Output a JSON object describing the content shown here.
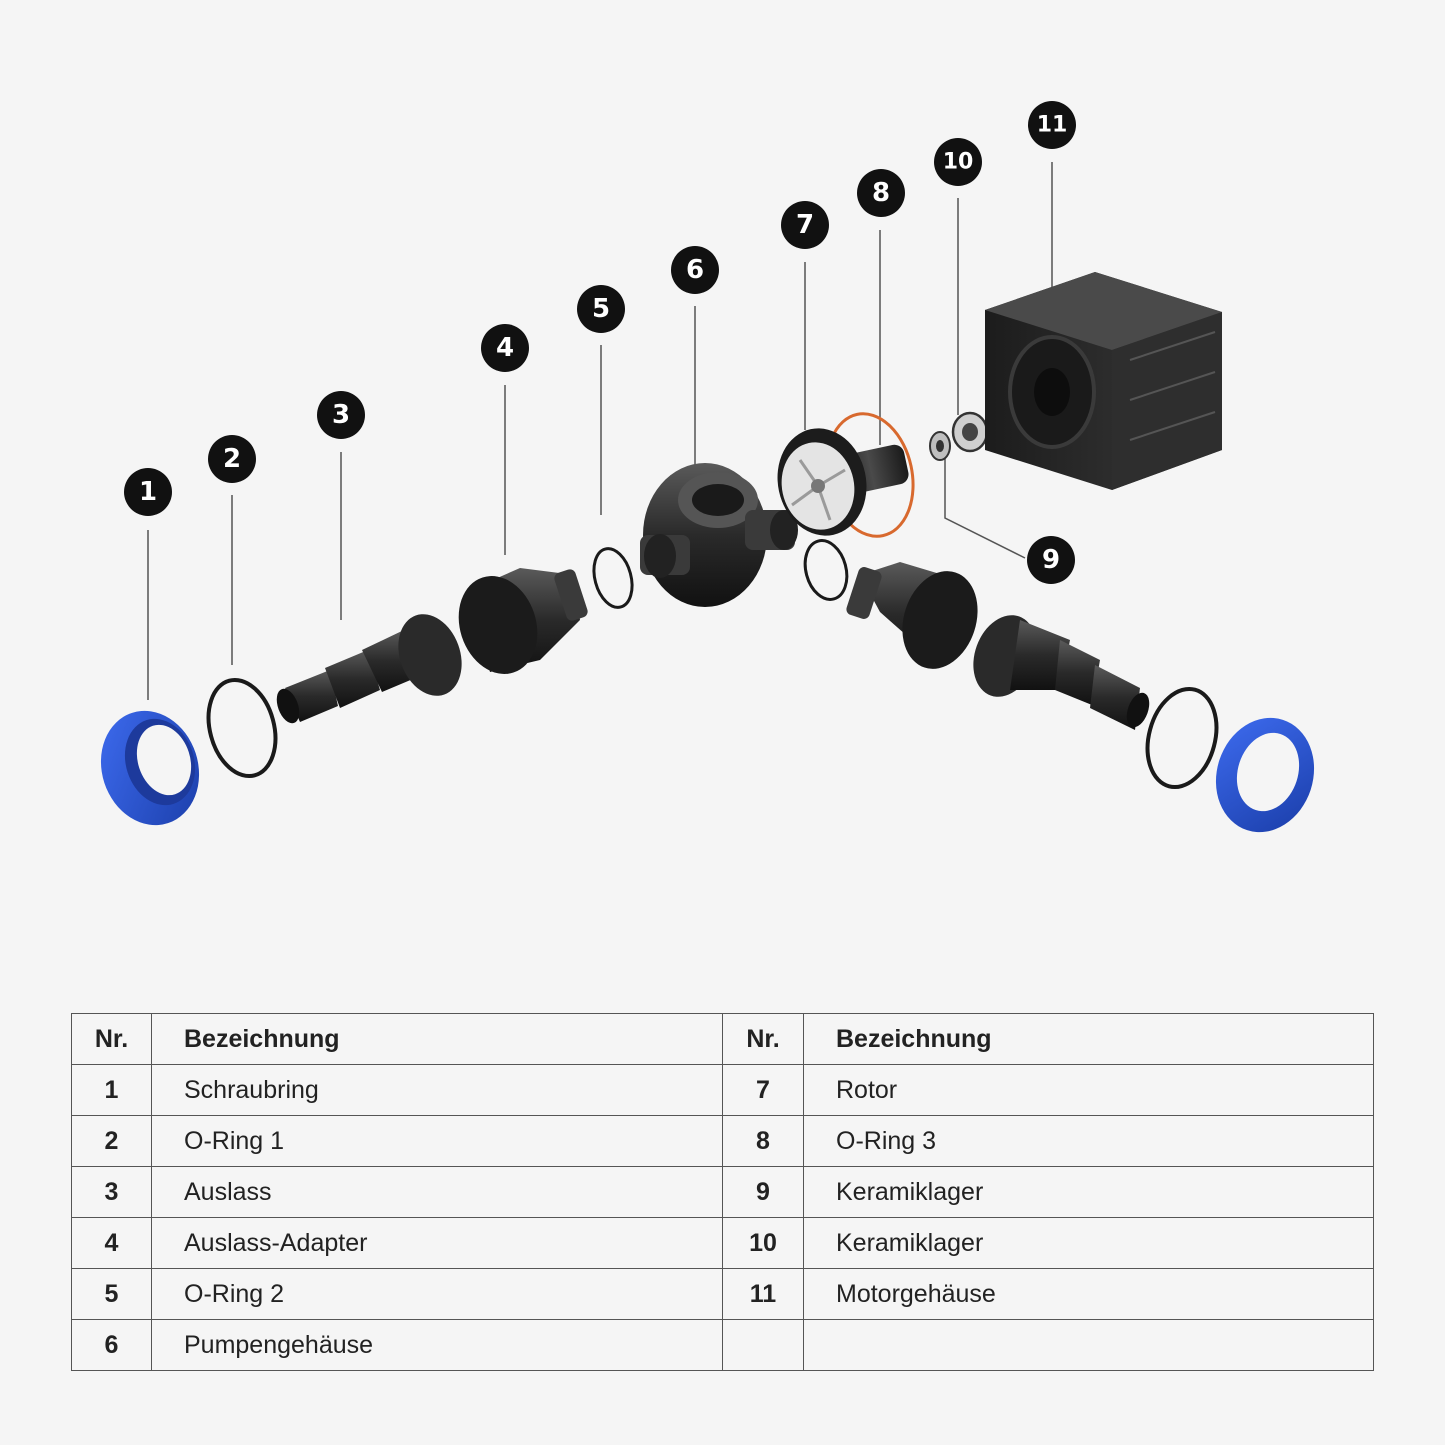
{
  "callouts": [
    "1",
    "2",
    "3",
    "4",
    "5",
    "6",
    "7",
    "8",
    "9",
    "10",
    "11"
  ],
  "colors": {
    "background": "#f5f5f5",
    "part_dark": "#2b2b2b",
    "screw_ring_blue": "#2a55c9",
    "oring_orange": "#d8692e",
    "callout_fill": "#111111"
  },
  "table": {
    "headers": {
      "nr_left": "Nr.",
      "name_left": "Bezeichnung",
      "nr_right": "Nr.",
      "name_right": "Bezeichnung"
    },
    "rows": [
      {
        "nr_left": "1",
        "name_left": "Schraubring",
        "nr_right": "7",
        "name_right": "Rotor"
      },
      {
        "nr_left": "2",
        "name_left": "O-Ring 1",
        "nr_right": "8",
        "name_right": "O-Ring 3"
      },
      {
        "nr_left": "3",
        "name_left": "Auslass",
        "nr_right": "9",
        "name_right": "Keramiklager"
      },
      {
        "nr_left": "4",
        "name_left": "Auslass-Adapter",
        "nr_right": "10",
        "name_right": "Keramiklager"
      },
      {
        "nr_left": "5",
        "name_left": "O-Ring 2",
        "nr_right": "11",
        "name_right": "Motorgehäuse"
      },
      {
        "nr_left": "6",
        "name_left": "Pumpengehäuse",
        "nr_right": "",
        "name_right": ""
      }
    ]
  }
}
